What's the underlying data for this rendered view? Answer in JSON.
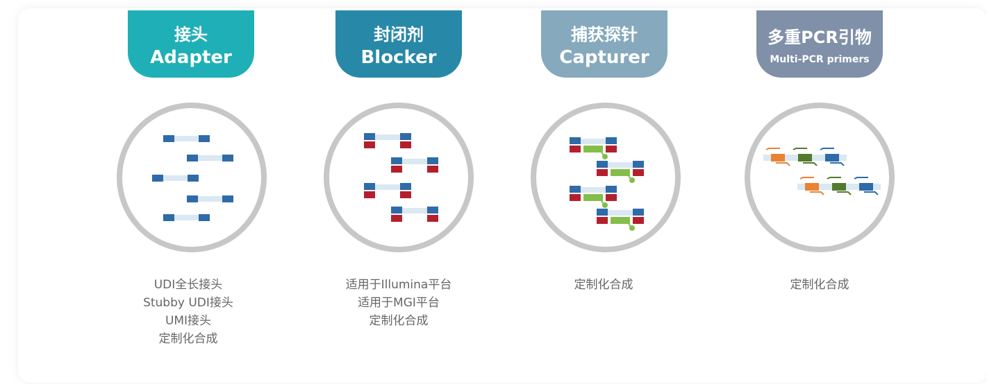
{
  "colors": {
    "tab_adapter": "#1eb0b6",
    "tab_blocker": "#2888a8",
    "tab_capturer": "#86a9bd",
    "tab_multipcr": "#7f90a8",
    "ring": "#c7c7c7",
    "blue": "#2e6ba8",
    "red": "#b41f2e",
    "light": "#dae8f2",
    "green": "#84be4a",
    "orange": "#e98232",
    "dark_green": "#527a2e"
  },
  "products": [
    {
      "title_zh": "接头",
      "title_en": "Adapter",
      "icon": "adapter-diagram",
      "lines": [
        "UDI全长接头",
        "Stubby UDI接头",
        "UMI接头",
        "定制化合成"
      ]
    },
    {
      "title_zh": "封闭剂",
      "title_en": "Blocker",
      "icon": "blocker-diagram",
      "lines": [
        "适用于Illumina平台",
        "适用于MGI平台",
        "定制化合成"
      ]
    },
    {
      "title_zh": "捕获探针",
      "title_en": "Capturer",
      "icon": "capture-probe-diagram",
      "lines": [
        "定制化合成"
      ]
    },
    {
      "title_zh": "多重PCR引物",
      "title_en": "Multi-PCR primers",
      "icon": "multiplex-primer-diagram",
      "lines": [
        "定制化合成"
      ]
    }
  ]
}
